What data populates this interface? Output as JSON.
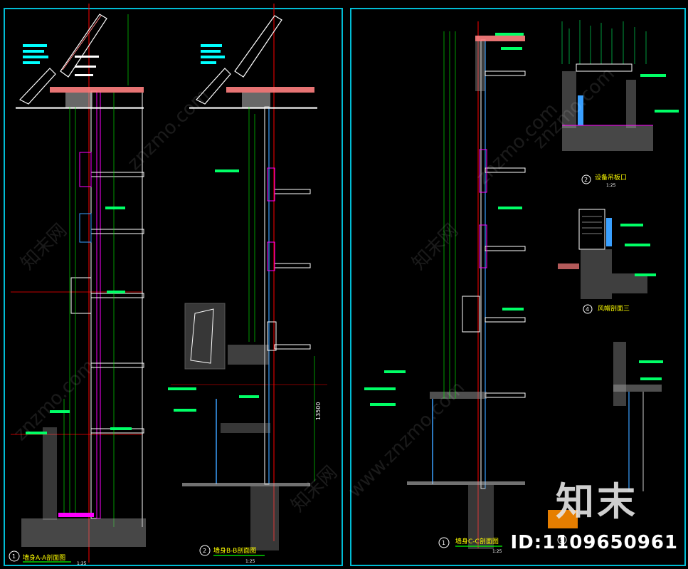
{
  "sheet": {
    "frame_color": "#00bcd4",
    "line_colors": {
      "wall": "#ffffff",
      "dimension": "#00ff00",
      "axis": "#ff0000",
      "glass": "#3aa0ff",
      "finish": "#ff00ff",
      "roof": "#ff8080",
      "callout": "#00ff66",
      "label": "#ffff00"
    }
  },
  "sections": [
    {
      "number": "1",
      "title": "墙身A-A剖面图",
      "scale": "1:25"
    },
    {
      "number": "2",
      "title": "墙身B-B剖面图",
      "scale": "1:25"
    },
    {
      "number": "1",
      "title": "墙身C-C剖面图",
      "scale": "1:25"
    }
  ],
  "details": [
    {
      "number": "2",
      "title": "设备吊板口",
      "scale": "1:25"
    },
    {
      "number": "4",
      "title": "风帽剖面三"
    },
    {
      "number": "5"
    }
  ],
  "dimension_note": "13500",
  "watermark": {
    "site": "znzmo.com",
    "cn": "知末网",
    "url": "www.znzmo.com",
    "brand": "知末",
    "id_label": "ID:1109650961"
  }
}
